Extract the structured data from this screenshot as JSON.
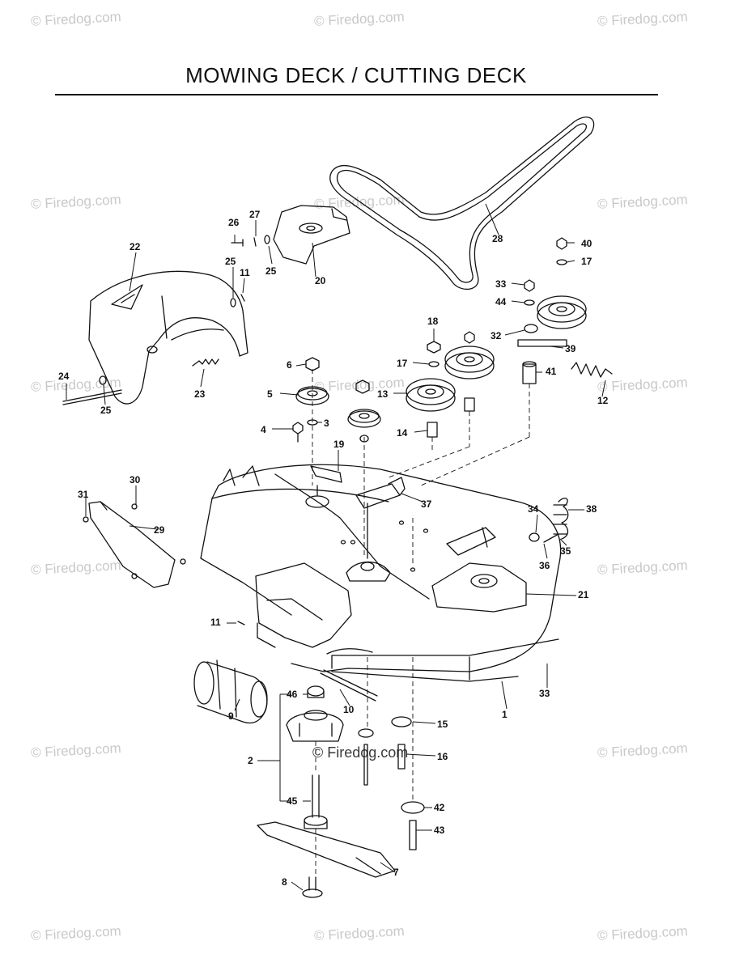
{
  "title": "MOWING DECK / CUTTING DECK",
  "watermark": "© Firedog.com",
  "watermark_center": "© Firedog.com",
  "callouts": {
    "n1": "1",
    "n2": "2",
    "n3": "3",
    "n4": "4",
    "n5": "5",
    "n6": "6",
    "n7": "7",
    "n8": "8",
    "n9": "9",
    "n10": "10",
    "n11a": "11",
    "n11b": "11",
    "n12": "12",
    "n13": "13",
    "n14": "14",
    "n15": "15",
    "n16": "16",
    "n17a": "17",
    "n17b": "17",
    "n18": "18",
    "n19": "19",
    "n20": "20",
    "n21": "21",
    "n22": "22",
    "n23": "23",
    "n24": "24",
    "n25a": "25",
    "n25b": "25",
    "n25c": "25",
    "n26": "26",
    "n27": "27",
    "n28": "28",
    "n29": "29",
    "n30": "30",
    "n31": "31",
    "n32": "32",
    "n33a": "33",
    "n33b": "33",
    "n34": "34",
    "n35": "35",
    "n36": "36",
    "n37": "37",
    "n38": "38",
    "n39": "39",
    "n40": "40",
    "n41": "41",
    "n42": "42",
    "n43": "43",
    "n44": "44",
    "n45": "45",
    "n46": "46"
  }
}
